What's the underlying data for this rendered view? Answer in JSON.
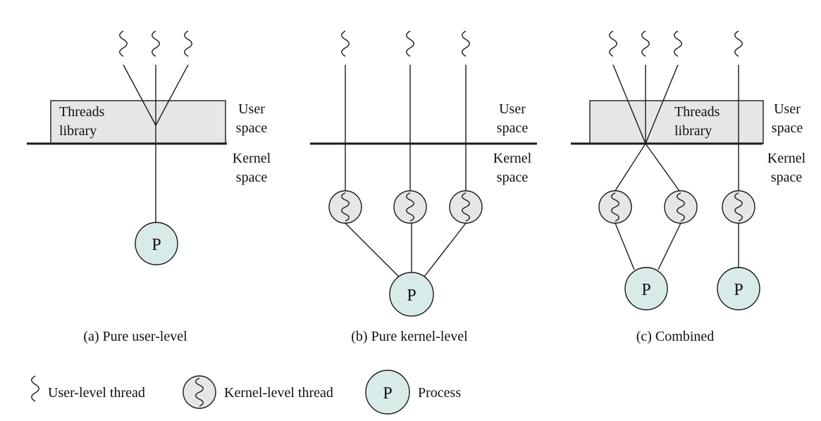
{
  "colors": {
    "stroke": "#1a1a1a",
    "library_fill": "#e6e6e6",
    "kernel_thread_fill": "#e6e6e6",
    "process_fill": "#d9ebe9"
  },
  "panels": {
    "a": {
      "library_label_line1": "Threads",
      "library_label_line2": "library",
      "user_space_line1": "User",
      "user_space_line2": "space",
      "kernel_space_line1": "Kernel",
      "kernel_space_line2": "space",
      "process_label": "P",
      "caption": "(a) Pure user-level"
    },
    "b": {
      "user_space_line1": "User",
      "user_space_line2": "space",
      "kernel_space_line1": "Kernel",
      "kernel_space_line2": "space",
      "process_label": "P",
      "caption": "(b) Pure kernel-level"
    },
    "c": {
      "library_label_line1": "Threads",
      "library_label_line2": "library",
      "user_space_line1": "User",
      "user_space_line2": "space",
      "kernel_space_line1": "Kernel",
      "kernel_space_line2": "space",
      "process_label_1": "P",
      "process_label_2": "P",
      "caption": "(c) Combined"
    }
  },
  "legend": {
    "user_thread": "User-level thread",
    "kernel_thread": "Kernel-level thread",
    "process_symbol": "P",
    "process": "Process"
  }
}
